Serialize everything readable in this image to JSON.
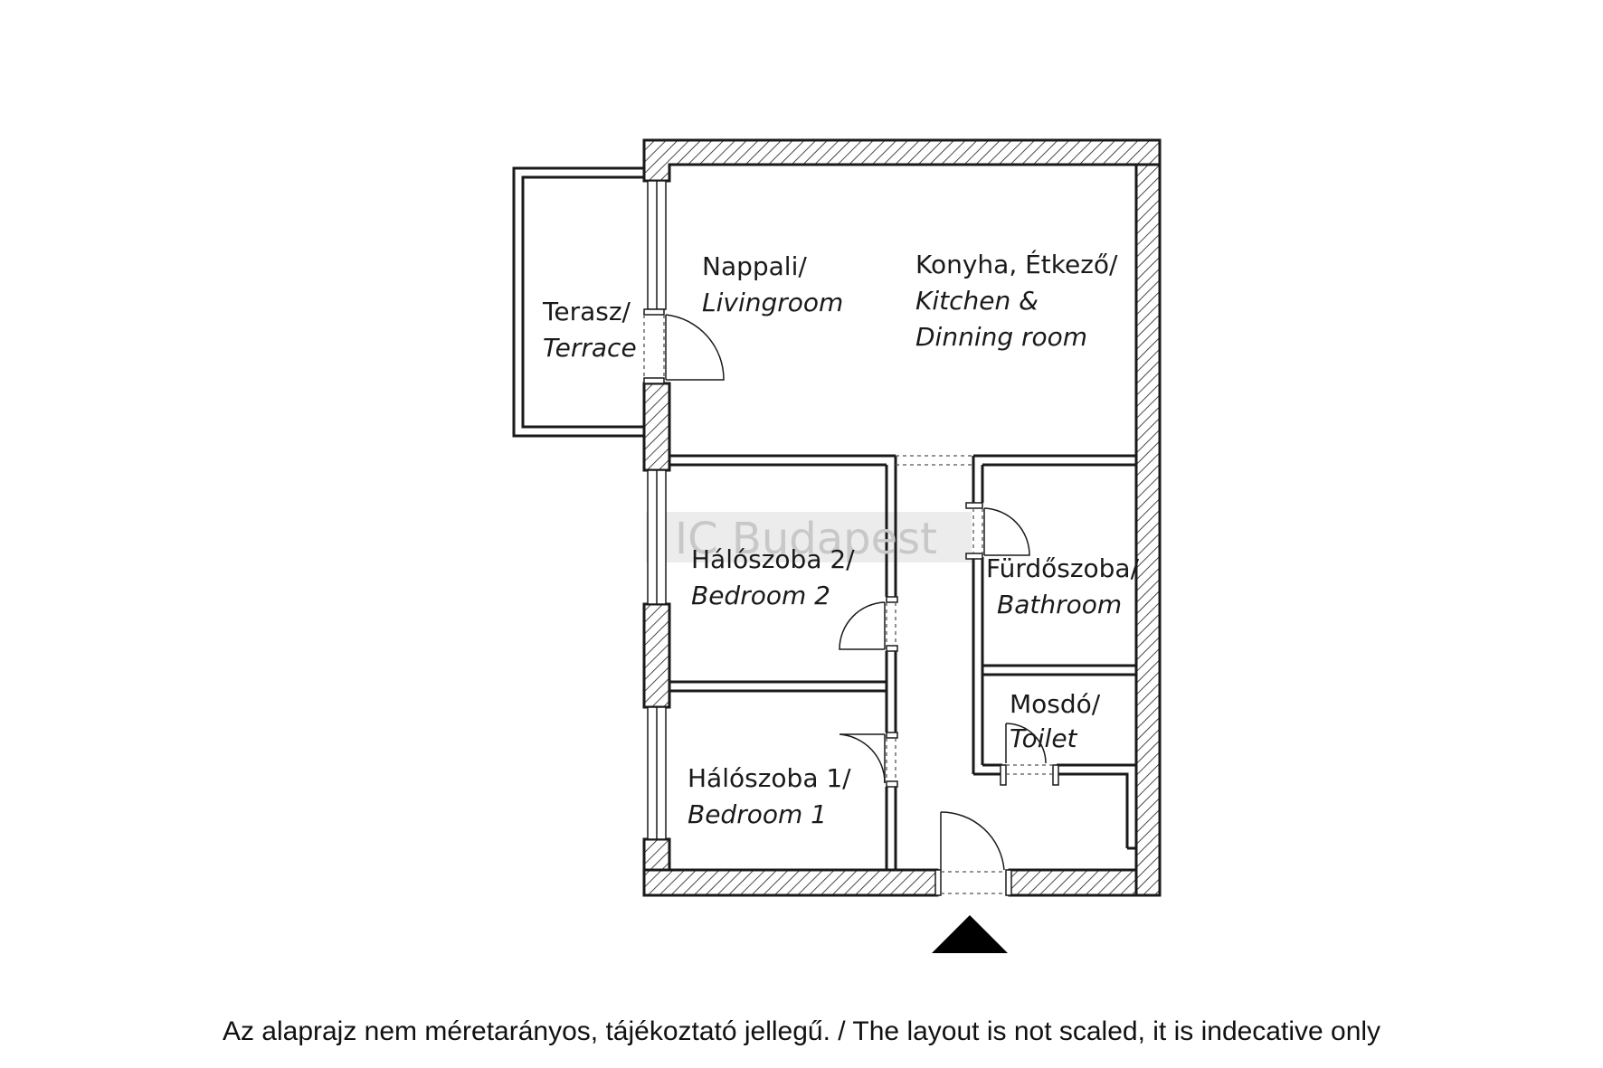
{
  "rooms": {
    "terrace": {
      "hu": "Terasz/",
      "en": "Terrace"
    },
    "living": {
      "hu": "Nappali/",
      "en": "Livingroom"
    },
    "kitchen": {
      "hu": "Konyha, Étkező/",
      "en_line1": "Kitchen &",
      "en_line2": "Dinning room"
    },
    "bedroom2": {
      "hu": "Hálószoba 2/",
      "en": "Bedroom 2"
    },
    "bathroom": {
      "hu": "Fürdőszoba/",
      "en": "Bathroom"
    },
    "toilet": {
      "hu": "Mosdó/",
      "en": "Toilet"
    },
    "bedroom1": {
      "hu": "Hálószoba 1/",
      "en": "Bedroom 1"
    }
  },
  "watermark": "IC Budapest",
  "footer": "Az alaprajz nem méretarányos, tájékoztató jellegű. / The layout is not scaled, it is indecative only",
  "colors": {
    "wall_line": "#1a1a1a",
    "hatch": "#1a1a1a",
    "watermark_band": "#ececec",
    "entrance_arrow": "#000000"
  },
  "icons": {
    "entrance": "entrance-arrow-icon"
  }
}
